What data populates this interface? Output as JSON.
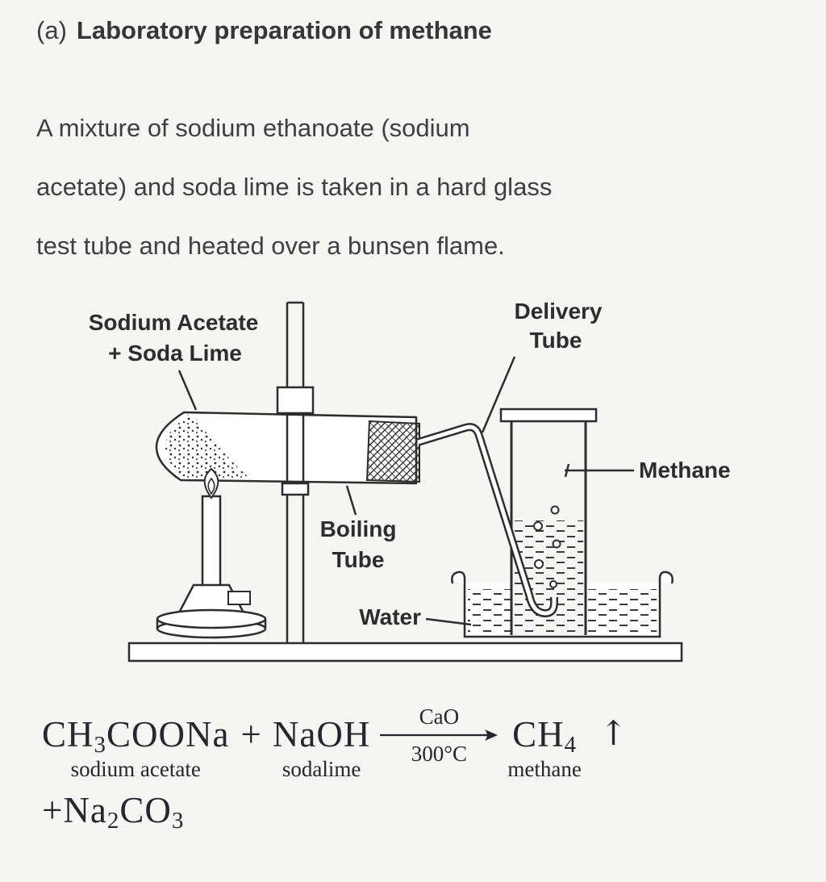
{
  "page": {
    "background": "#f5f5f3",
    "text_color": "#3d3d3d",
    "stroke_color": "#2d2d2d"
  },
  "heading": {
    "prefix": "(a)",
    "title": "Laboratory preparation of methane"
  },
  "paragraph": {
    "lines": [
      "A mixture of sodium ethanoate (sodium",
      "acetate) and soda lime is taken in a hard glass",
      "test tube and heated over a bunsen flame."
    ]
  },
  "diagram": {
    "labels": {
      "sodium_acetate_1": "Sodium Acetate",
      "sodium_acetate_2": "+ Soda Lime",
      "delivery_1": "Delivery",
      "delivery_2": "Tube",
      "methane": "Methane",
      "boiling_1": "Boiling",
      "boiling_2": "Tube",
      "water": "Water"
    }
  },
  "equation": {
    "reactant1": {
      "pre": "CH",
      "sub": "3",
      "post": "COONa",
      "label": "sodium acetate"
    },
    "plus": "+",
    "reactant2": {
      "formula": "NaOH",
      "label": "sodalime"
    },
    "arrow": {
      "top": "CaO",
      "bottom": "300°C"
    },
    "product": {
      "pre": "CH",
      "sub": "4",
      "label": "methane"
    },
    "gas_arrow": "↑",
    "byproduct": {
      "p1": "+Na",
      "s1": "2",
      "p2": "CO",
      "s2": "3"
    }
  }
}
